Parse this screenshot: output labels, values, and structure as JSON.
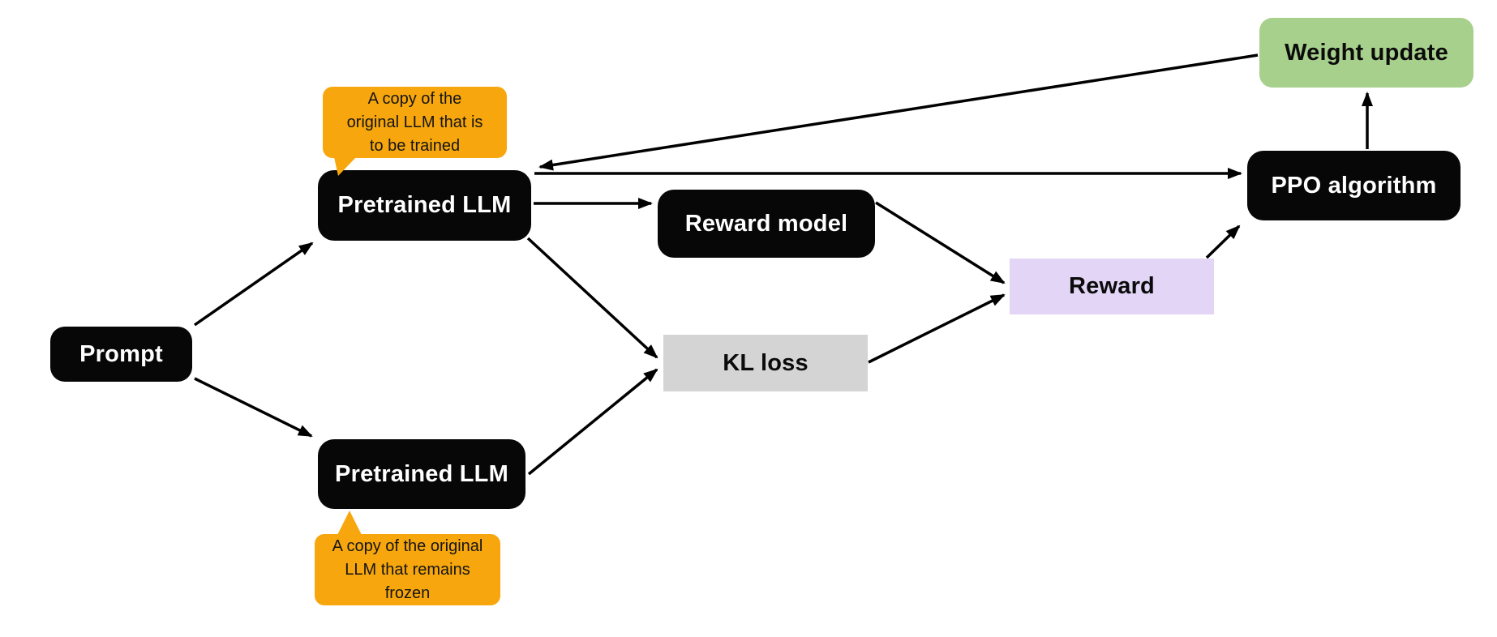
{
  "diagram": {
    "description": "RLHF fine-tuning flow with PPO",
    "nodes": [
      {
        "id": "prompt",
        "label": "Prompt",
        "shape": "rounded-black"
      },
      {
        "id": "policy-llm",
        "label": "Pretrained LLM",
        "shape": "rounded-black"
      },
      {
        "id": "frozen-llm",
        "label": "Pretrained LLM",
        "shape": "rounded-black"
      },
      {
        "id": "reward-model",
        "label": "Reward model",
        "shape": "rounded-black"
      },
      {
        "id": "kl-loss",
        "label": "KL loss",
        "shape": "rect-gray"
      },
      {
        "id": "reward",
        "label": "Reward",
        "shape": "rect-purple"
      },
      {
        "id": "ppo",
        "label": "PPO algorithm",
        "shape": "rounded-black"
      },
      {
        "id": "weight-update",
        "label": "Weight update",
        "shape": "rounded-green"
      }
    ],
    "callouts": [
      {
        "id": "callout-to-be-trained",
        "attached_to": "policy-llm",
        "lines": [
          "A copy of the",
          "original LLM that is",
          "to be trained"
        ]
      },
      {
        "id": "callout-frozen",
        "attached_to": "frozen-llm",
        "lines": [
          "A copy of the original",
          "LLM that remains",
          "frozen"
        ]
      }
    ],
    "edges": [
      {
        "from": "prompt",
        "to": "policy-llm"
      },
      {
        "from": "prompt",
        "to": "frozen-llm"
      },
      {
        "from": "policy-llm",
        "to": "reward-model"
      },
      {
        "from": "policy-llm",
        "to": "kl-loss"
      },
      {
        "from": "frozen-llm",
        "to": "kl-loss"
      },
      {
        "from": "reward-model",
        "to": "reward"
      },
      {
        "from": "kl-loss",
        "to": "reward"
      },
      {
        "from": "reward",
        "to": "ppo"
      },
      {
        "from": "policy-llm",
        "to": "ppo"
      },
      {
        "from": "ppo",
        "to": "weight-update"
      },
      {
        "from": "weight-update",
        "to": "policy-llm"
      }
    ],
    "colors": {
      "node_black": "#070707",
      "callout_orange": "#f7a70d",
      "weight_update_green": "#a8d08d",
      "reward_purple": "#e2d5f5",
      "kl_gray": "#d4d4d4",
      "arrow": "#000000",
      "background": "#ffffff",
      "text_on_black": "#ffffff",
      "text_on_color": "#0b0b0b"
    }
  }
}
